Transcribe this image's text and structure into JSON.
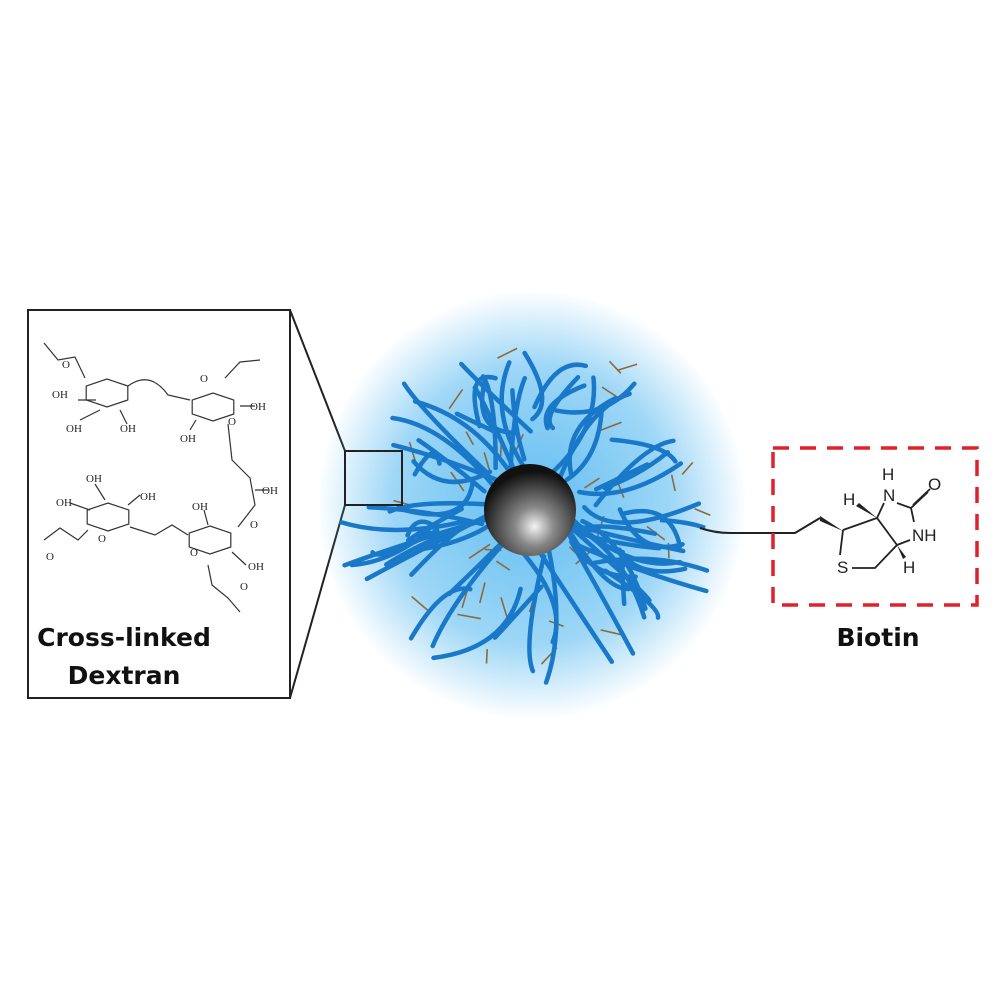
{
  "diagram": {
    "dextran_label_line1": "Cross-linked",
    "dextran_label_line2": "Dextran",
    "biotin_label": "Biotin",
    "dextran_atom_labels": [
      "OH",
      "OH",
      "OH",
      "OH",
      "OH",
      "OH",
      "OH",
      "OH",
      "OH",
      "OH",
      "OH",
      "O",
      "O",
      "O",
      "O",
      "O",
      "O",
      "O",
      "O"
    ],
    "biotin_atom_labels": [
      "H",
      "N",
      "O",
      "NH",
      "H",
      "S",
      "H"
    ],
    "colors": {
      "strand": "#1a78c8",
      "glow": "#4fb6f0",
      "crosslink": "#8a6a40",
      "biotin_box": "#e0202a",
      "core": "#333333"
    }
  }
}
